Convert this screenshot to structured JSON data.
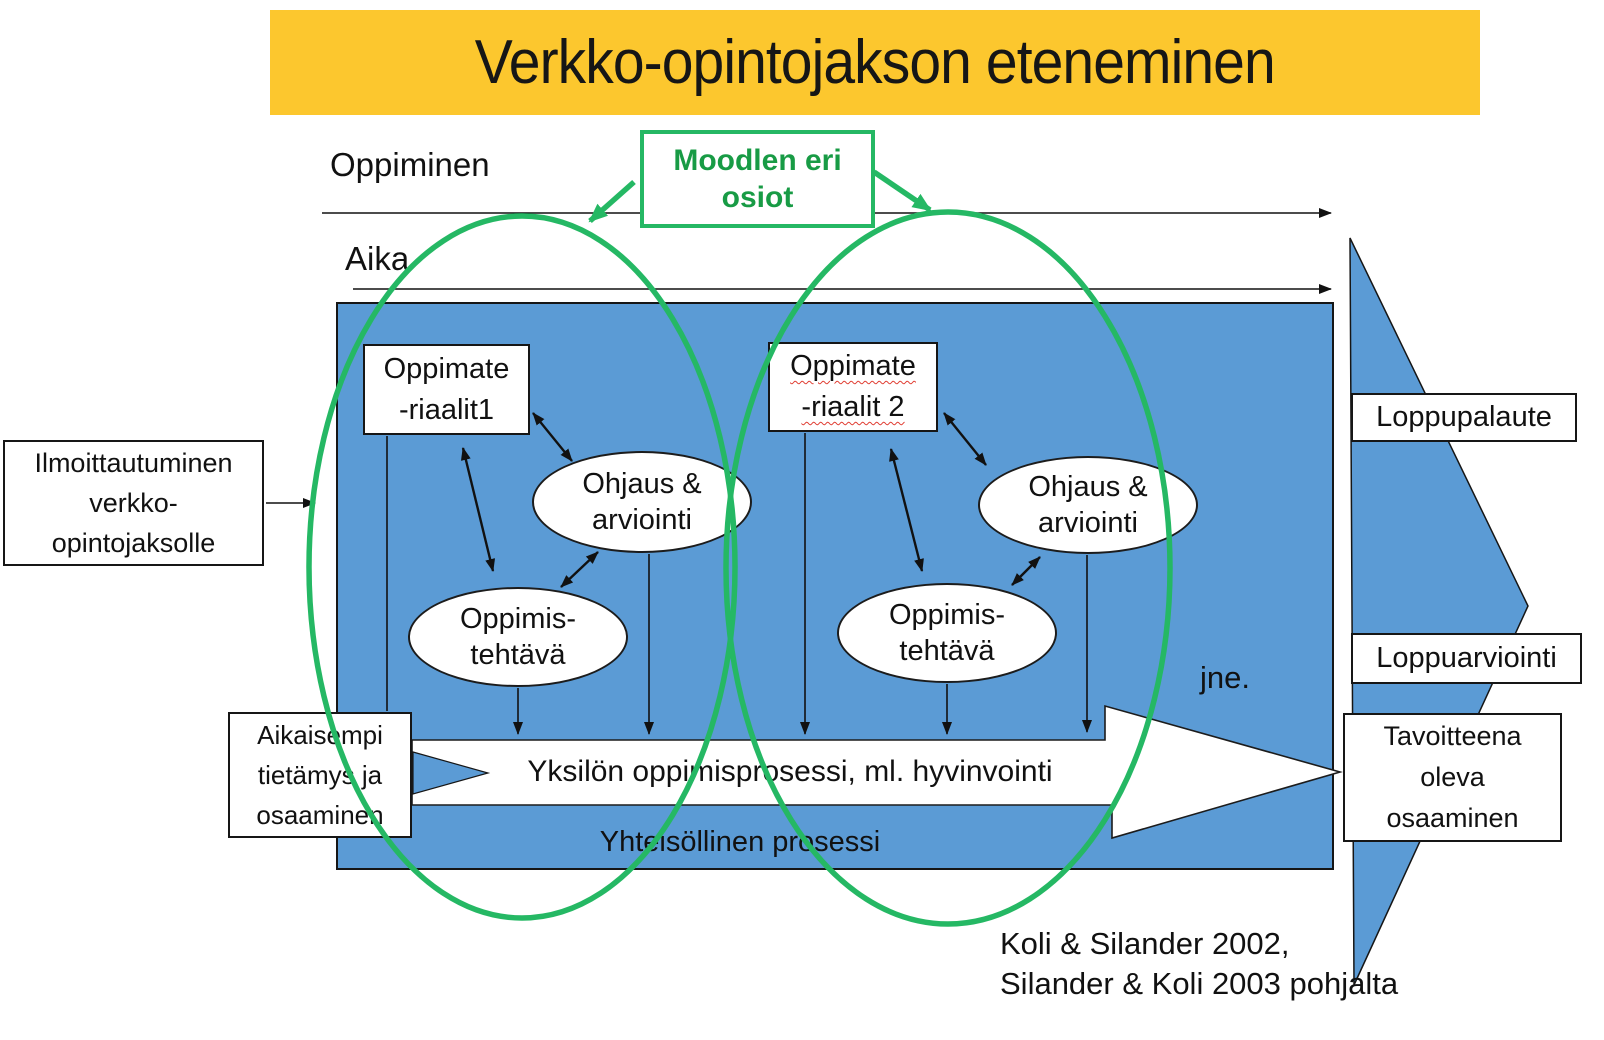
{
  "slide": {
    "title": "Verkko-opintojakson eteneminen"
  },
  "colors": {
    "banner": "#FCC72E",
    "blue": "#5B9BD5",
    "green": "#25B864",
    "green-dark": "#189B45",
    "squiggle": "#E03C31"
  },
  "labels": {
    "learning": "Oppiminen",
    "time": "Aika",
    "etc": "jne."
  },
  "callout": {
    "lines": [
      "Moodlen eri",
      "osiot"
    ]
  },
  "boxes": {
    "enrollment": {
      "lines": [
        "Ilmoittautuminen",
        "verkko-",
        "opintojaksolle"
      ]
    },
    "materials1": {
      "lines": [
        "Oppimate",
        "-riaalit1"
      ]
    },
    "materials2": {
      "lines": [
        "Oppimate",
        "-riaalit 2"
      ]
    },
    "prior": {
      "lines": [
        "Aikaisempi",
        "tietämys ja",
        "osaaminen"
      ]
    },
    "final_feedback": {
      "label": "Loppupalaute"
    },
    "final_assessment": {
      "label": "Loppuarviointi"
    },
    "target": {
      "lines": [
        "Tavoitteena",
        "oleva",
        "osaaminen"
      ]
    }
  },
  "ellipses": {
    "guidance1": {
      "lines": [
        "Ohjaus &",
        "arviointi"
      ]
    },
    "task1": {
      "lines": [
        "Oppimis-",
        "tehtävä"
      ]
    },
    "guidance2": {
      "lines": [
        "Ohjaus &",
        "arviointi"
      ]
    },
    "task2": {
      "lines": [
        "Oppimis-",
        "tehtävä"
      ]
    }
  },
  "process": {
    "individual": "Yksilön oppimisprosessi, ml. hyvinvointi",
    "collective": "Yhteisöllinen prosessi"
  },
  "citation": {
    "lines": [
      "Koli & Silander 2002,",
      "Silander & Koli 2003 pohjalta"
    ]
  }
}
